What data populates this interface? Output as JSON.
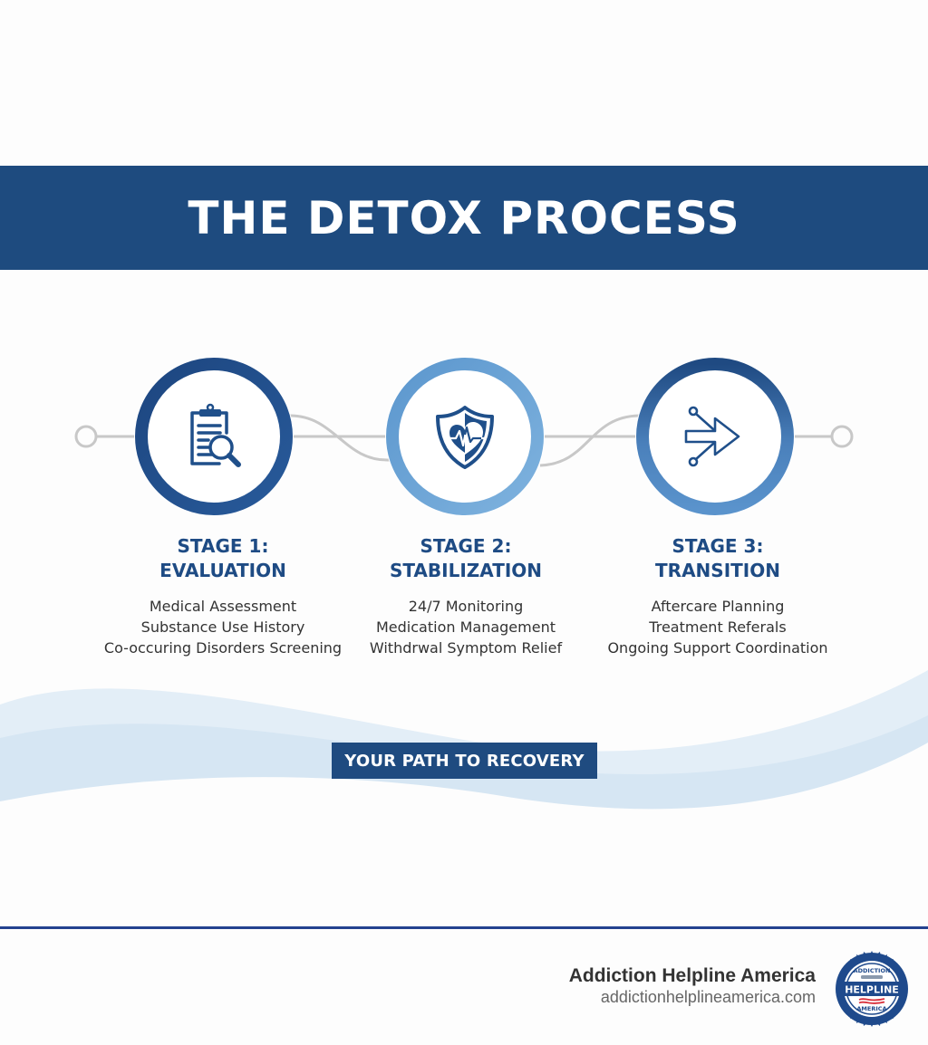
{
  "header": {
    "title": "THE DETOX PROCESS"
  },
  "colors": {
    "primary_navy": "#1e4b7f",
    "light_blue": "#6aa3d5",
    "mid_blue": "#4b7fbb",
    "connector_gray": "#c8c8c8",
    "wave_blue": "#dce9f4",
    "divider_blue": "#23428f"
  },
  "stages": [
    {
      "title_line1": "STAGE 1:",
      "title_line2": "EVALUATION",
      "icon": "clipboard-magnifier-icon",
      "items": [
        "Medical Assessment",
        "Substance Use History",
        "Co-occuring Disorders Screening"
      ]
    },
    {
      "title_line1": "STAGE 2:",
      "title_line2": "STABILIZATION",
      "icon": "shield-heart-pulse-icon",
      "items": [
        "24/7 Monitoring",
        "Medication Management",
        "Withdrwal Symptom Relief"
      ]
    },
    {
      "title_line1": "STAGE 3:",
      "title_line2": "TRANSITION",
      "icon": "branching-arrow-icon",
      "items": [
        "Aftercare Planning",
        "Treatment Referals",
        "Ongoing Support Coordination"
      ]
    }
  ],
  "cta": {
    "label": "YOUR PATH TO RECOVERY"
  },
  "footer": {
    "brand_name": "Addiction Helpline America",
    "brand_url": "addictionhelplineamerica.com",
    "logo": {
      "top_text": "ADDICTION",
      "center_text": "HELPLINE",
      "bottom_text": "AMERICA"
    }
  }
}
